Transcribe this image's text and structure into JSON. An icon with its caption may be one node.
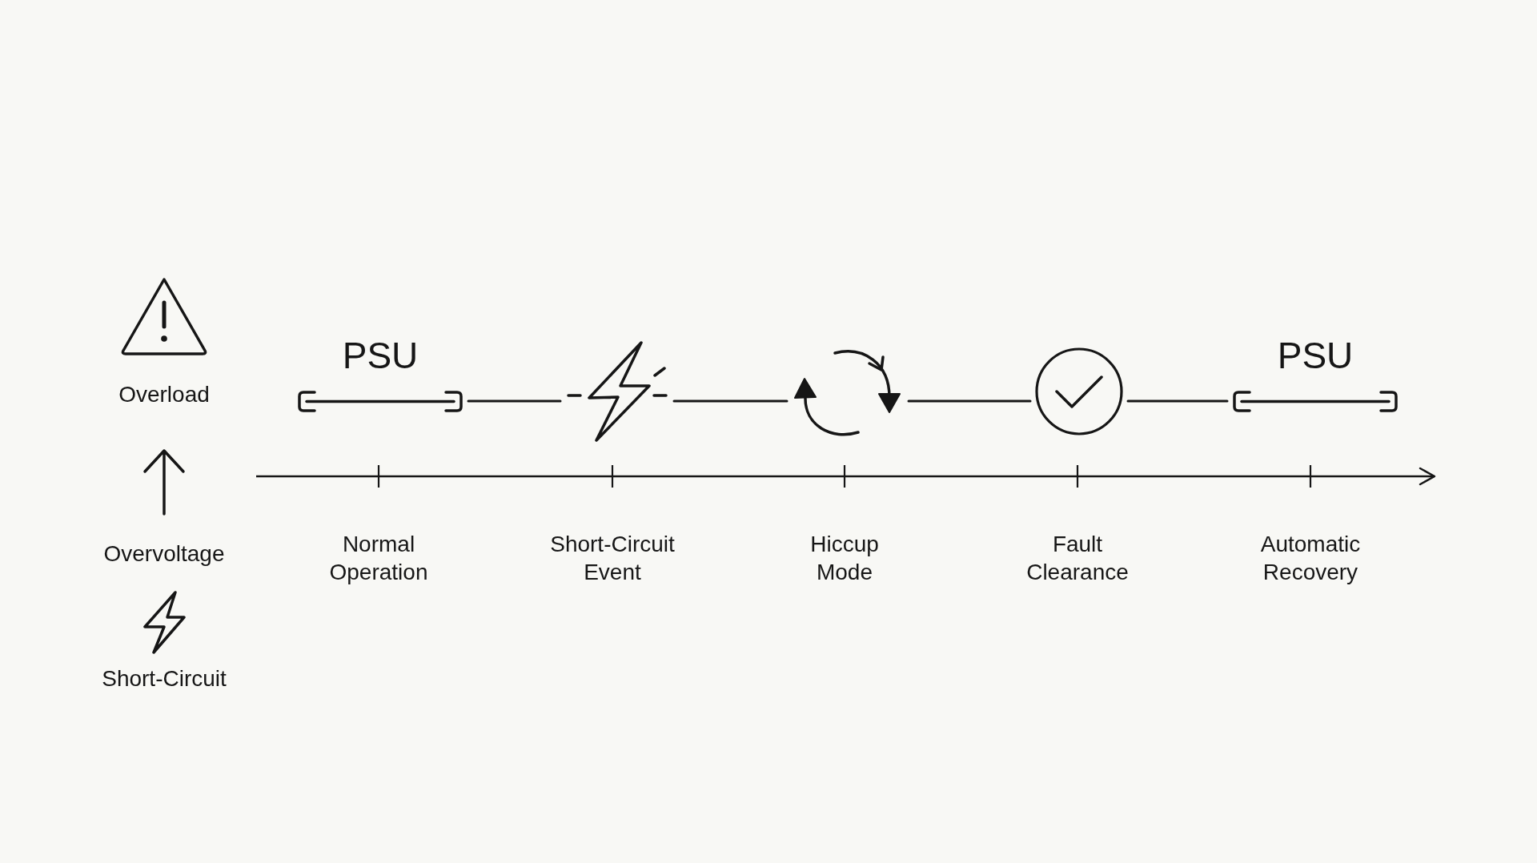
{
  "diagram": {
    "nodes": [
      {
        "text": [
          "PSU"
        ]
      },
      {
        "text": [],
        "shape": "picture"
      },
      {
        "text": [],
        "shape": "picture"
      },
      {
        "text": [],
        "shape": "circle"
      },
      {
        "text": [
          "PSU"
        ]
      }
    ],
    "edges": [
      {
        "from": 0,
        "to": 1,
        "arrow": "none"
      },
      {
        "from": 1,
        "to": 2,
        "arrow": "none"
      },
      {
        "from": 2,
        "to": 3,
        "arrow": "none"
      },
      {
        "from": 3,
        "to": 4,
        "arrow": "none"
      }
    ],
    "labels": [
      "Overload",
      "Overvoltage",
      "Short-Circuit",
      "Normal Operation",
      "Short-Circuit Event",
      "Hiccup Mode",
      "Fault Clearance",
      "Automatic Recovery"
    ]
  }
}
